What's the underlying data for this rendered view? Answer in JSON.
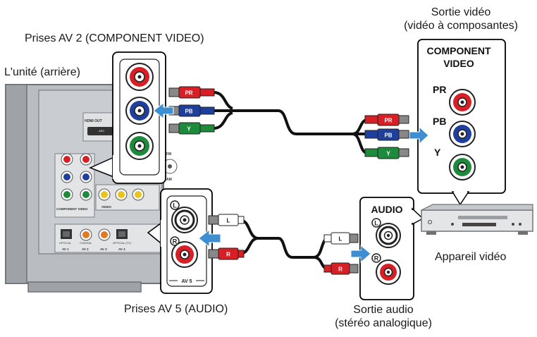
{
  "labels": {
    "component_jacks": "Prises AV 2 (COMPONENT VIDEO)",
    "unit_rear": "L'unité (arrière)",
    "audio_jacks": "Prises AV 5 (AUDIO)",
    "video_out_line1": "Sortie vidéo",
    "video_out_line2": "(vidéo à composantes)",
    "video_device": "Appareil vidéo",
    "audio_out_line1": "Sortie audio",
    "audio_out_line2": "(stéréo analogique)"
  },
  "device_panel": {
    "title_line1": "COMPONENT",
    "title_line2": "VIDEO",
    "pr": "PR",
    "pb": "PB",
    "y": "Y",
    "audio_title": "AUDIO",
    "left": "L",
    "right": "R"
  },
  "unit_inset": {
    "left": "L",
    "right": "R",
    "av5": "AV 5"
  },
  "plugs": {
    "pr": "PR",
    "pb": "PB",
    "y": "Y",
    "l": "L",
    "r": "R"
  },
  "unit_panel": {
    "hdmi_out": "HDMI OUT",
    "arc": "ARC",
    "fm": "FM",
    "am": "AM",
    "component_video": "COMPONENT VIDEO",
    "video": "VIDEO",
    "coaxial": "COAXIAL",
    "optical": "OPTICAL",
    "optical_tv": "OPTICAL (TV)",
    "av1": "AV 1",
    "av2": "AV 2",
    "av3": "AV 3",
    "av4": "AV 4"
  },
  "colors": {
    "red": "#d81f26",
    "blue": "#1f3f9c",
    "green": "#1e8a3c",
    "arrow": "#3d8fd1",
    "unit_gray": "#b8bcc0",
    "cable": "#111111"
  }
}
